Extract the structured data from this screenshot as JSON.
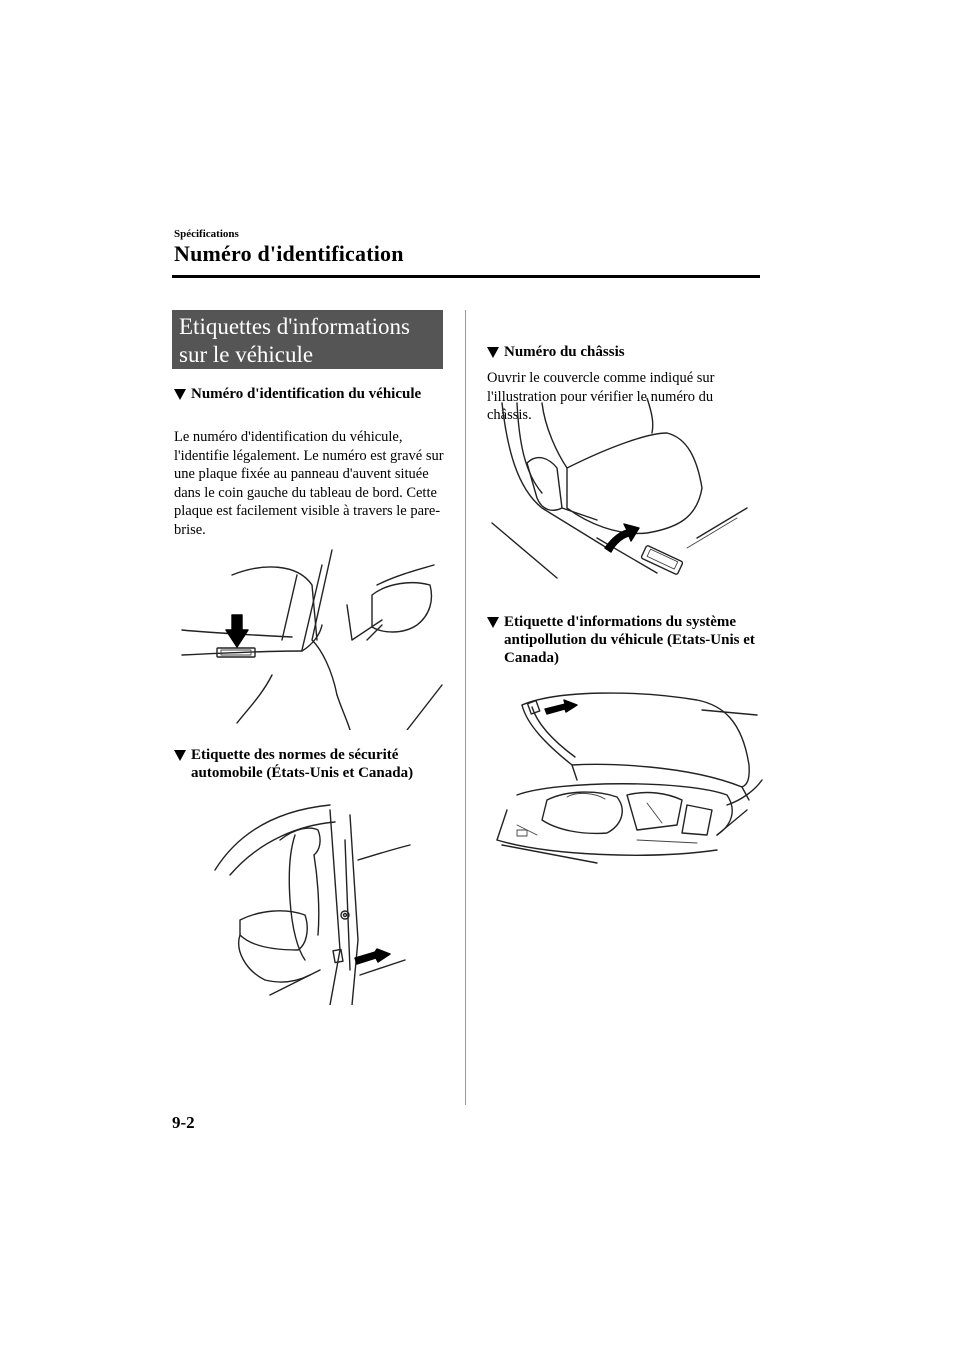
{
  "header": {
    "section": "Spécifications",
    "title": "Numéro d'identification"
  },
  "left": {
    "banner_line1": "Etiquettes d'informations",
    "banner_line2": "sur le véhicule",
    "vin_heading": "Numéro d'identification du véhicule",
    "vin_text": "Le numéro d'identification du véhicule, l'identifie légalement. Le numéro est gravé sur une plaque fixée au panneau d'auvent située dans le coin gauche du tableau de bord. Cette plaque est facilement visible à travers le pare-brise.",
    "safety_heading": "Etiquette des normes de sécurité automobile (États-Unis et Canada)"
  },
  "right": {
    "chassis_heading": "Numéro du châssis",
    "chassis_text": "Ouvrir le couvercle comme indiqué sur l'illustration pour vérifier le numéro du châssis.",
    "emission_heading": "Etiquette d'informations du système antipollution du véhicule (Etats-Unis et Canada)"
  },
  "footer": {
    "page_number": "9-2"
  }
}
